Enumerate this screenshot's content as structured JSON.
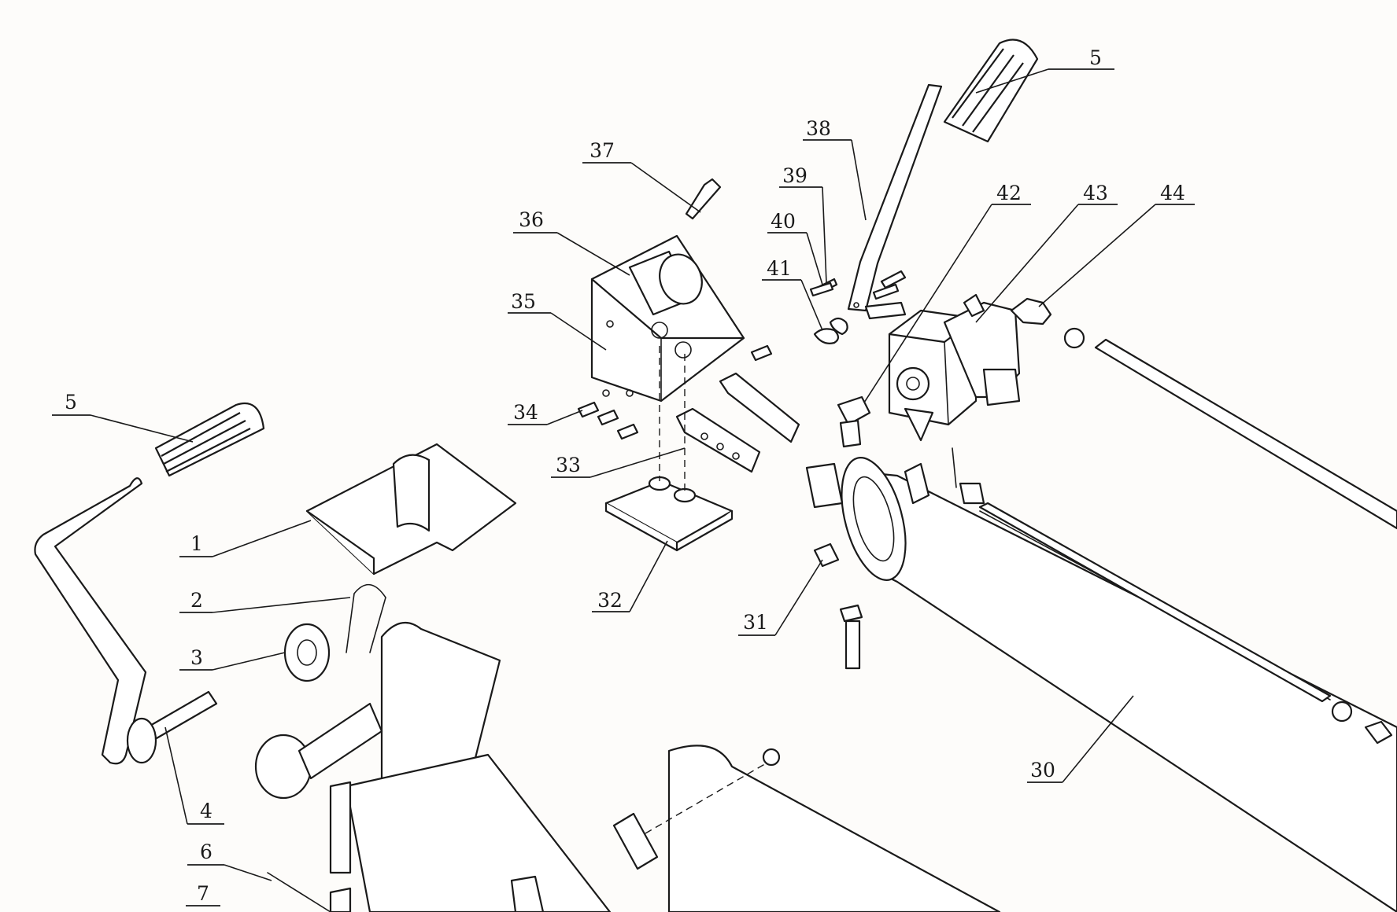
{
  "callouts": {
    "c1": "1",
    "c2": "2",
    "c3": "3",
    "c4": "4",
    "c5a": "5",
    "c5b": "5",
    "c6": "6",
    "c7": "7",
    "c30": "30",
    "c31": "31",
    "c32": "32",
    "c33": "33",
    "c34": "34",
    "c35": "35",
    "c36": "36",
    "c37": "37",
    "c38": "38",
    "c39": "39",
    "c40": "40",
    "c41": "41",
    "c42": "42",
    "c43": "43",
    "c44": "44"
  },
  "colors": {
    "line": "#1a1a1a",
    "paper": "#fdfcfa"
  }
}
